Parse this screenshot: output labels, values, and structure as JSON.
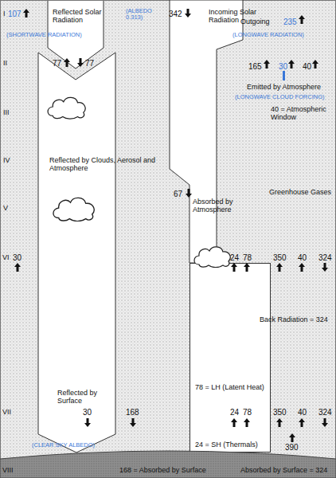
{
  "diagram": {
    "nodes": [
      {
        "text": [
          "Reflected by Clouds, Aerosol and Atmosphere",
          "Reflected by Surface"
        ]
      },
      {
        "text": [
          "Incoming Solar Radiation",
          "Absorbed by Atmosphere"
        ]
      },
      {
        "text": [
          "78 = LH (Latent Heat)",
          "24 = SH (Thermals)"
        ]
      },
      {
        "text": [
          "168 = Absorbed by Surface",
          "Absorbed by Surface = 324"
        ]
      }
    ],
    "labels": [
      "I",
      "107",
      "(SHORTWAVE RADIATION)",
      "Reflected Solar Radiation",
      "(ALBEDO 0.313)",
      "342",
      "Outgoing",
      "235",
      "(LONGWAVE RADIATION)",
      "II",
      "77",
      "77",
      "165",
      "30",
      "40",
      "Emitted by Atmosphere",
      "(LONGWAVE CLOUD FORCING)",
      "40 = Atmospheric Window",
      "III",
      "67",
      "IV",
      "Greenhouse Gases",
      "V",
      "VI",
      "30",
      "24",
      "78",
      "350",
      "40",
      "324",
      "Back Radiation = 324",
      "VII",
      "30",
      "168",
      "24",
      "78",
      "350",
      "40",
      "324",
      "(CLEAR SKY ALBEDO)",
      "390",
      "VIII"
    ]
  }
}
